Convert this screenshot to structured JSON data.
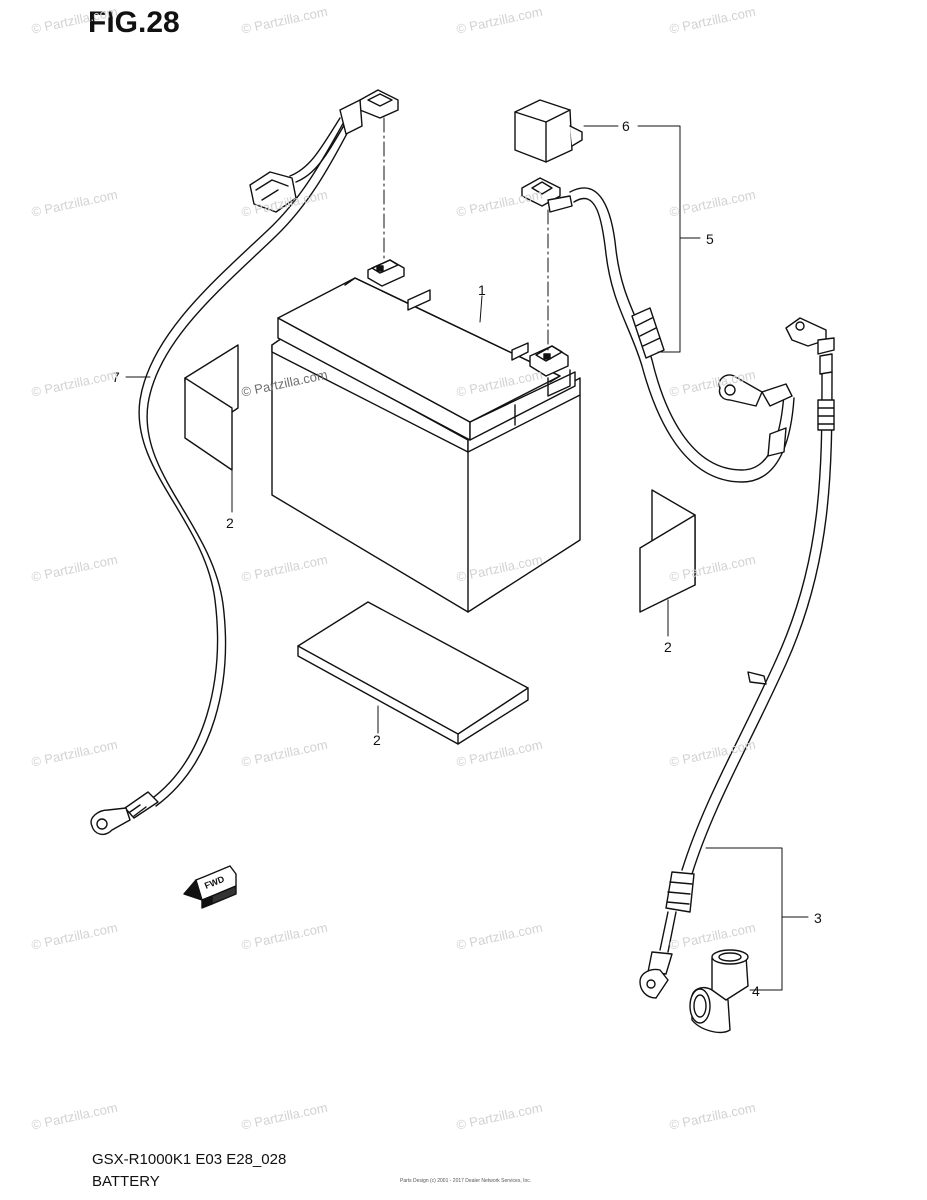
{
  "figure": {
    "title": "FIG.28"
  },
  "callouts": [
    {
      "id": "c1",
      "label": "1"
    },
    {
      "id": "c2a",
      "label": "2"
    },
    {
      "id": "c2b",
      "label": "2"
    },
    {
      "id": "c2c",
      "label": "2"
    },
    {
      "id": "c3",
      "label": "3"
    },
    {
      "id": "c4",
      "label": "4"
    },
    {
      "id": "c5",
      "label": "5"
    },
    {
      "id": "c6",
      "label": "6"
    },
    {
      "id": "c7",
      "label": "7"
    }
  ],
  "fwd_label": "FWD",
  "watermark": "© Partzilla.com",
  "footer": {
    "model": "GSX-R1000K1 E03 E28_028",
    "section": "BATTERY",
    "copyright": "Parts Design (c) 2001 - 2017 Dealer Network Services, Inc."
  },
  "colors": {
    "ink": "#111111",
    "watermark": "#d2d2d2",
    "watermark_dark": "#6e6e6e"
  }
}
